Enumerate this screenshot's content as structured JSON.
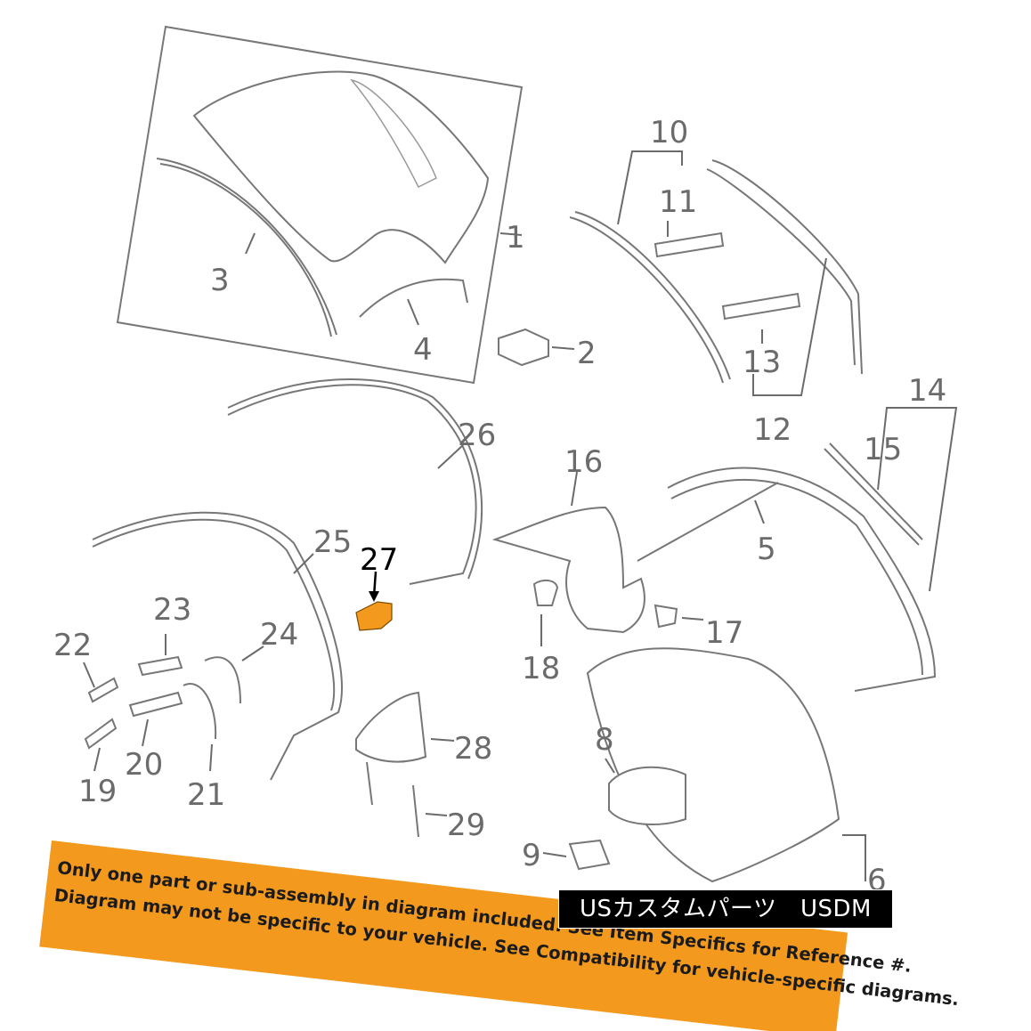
{
  "callouts": {
    "c1": "1",
    "c2": "2",
    "c3": "3",
    "c4": "4",
    "c5": "5",
    "c6": "6",
    "c8": "8",
    "c9": "9",
    "c10": "10",
    "c11": "11",
    "c12": "12",
    "c13": "13",
    "c14": "14",
    "c15": "15",
    "c16": "16",
    "c17": "17",
    "c18": "18",
    "c19": "19",
    "c20": "20",
    "c21": "21",
    "c22": "22",
    "c23": "23",
    "c24": "24",
    "c25": "25",
    "c26": "26",
    "c27": "27",
    "c28": "28",
    "c29": "29"
  },
  "highlight_color": "#f39a1e",
  "disclaimer": {
    "line1": "Only one part or sub-assembly in diagram included. See Item Specifics for Reference #.",
    "line2": "Diagram may not be specific to your vehicle. See Compatibility for vehicle-specific diagrams."
  },
  "watermark": "USカスタムパーツ　USDM"
}
